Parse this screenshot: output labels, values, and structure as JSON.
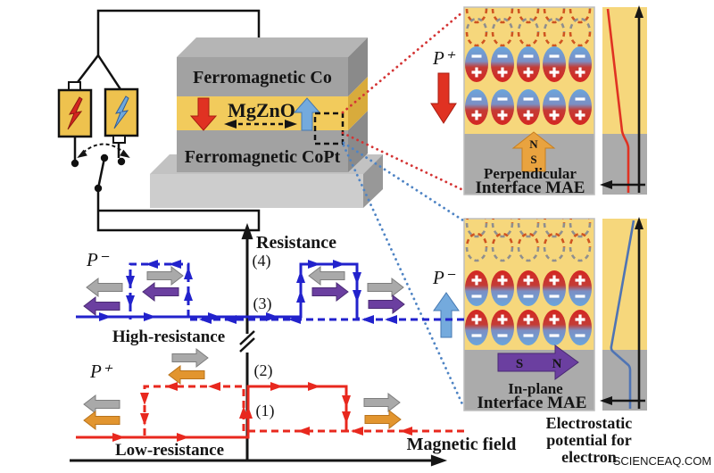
{
  "colors": {
    "mgzno_yellow": "#f2cb5c",
    "panel_yellow": "#f6d77c",
    "metal_gray": "#a9a9a9",
    "substrate_gray": "#cacaca",
    "red": "#e03222",
    "blue_arrow": "#74aadd",
    "plot_blue": "#2222cc",
    "plot_red": "#e8281e",
    "purple": "#6b3fa0",
    "orange": "#e2952f",
    "magnet_orange": "#e9a33f",
    "watermark_pink": "#f2a9a2"
  },
  "stack": {
    "top_electrode": "Ferromagnetic Co",
    "barrier": "MgZnO",
    "bottom_electrode": "Ferromagnetic CoPt"
  },
  "circuit": {
    "source_positive_icon": "red-lightning",
    "source_negative_icon": "blue-lightning"
  },
  "plot": {
    "y_axis_label": "Resistance",
    "x_axis_label": "Magnetic field",
    "level_1": "(1)",
    "level_2": "(2)",
    "level_3": "(3)",
    "level_4": "(4)",
    "high_branch_label": "High-resistance",
    "low_branch_label": "Low-resistance",
    "p_minus": "P⁻",
    "p_plus": "P⁺"
  },
  "perpendicular_panel": {
    "polarization": "P⁺",
    "magnet_n": "N",
    "magnet_s": "S",
    "mae_type": "Perpendicular",
    "mae_label": "Interface MAE"
  },
  "inplane_panel": {
    "polarization": "P⁻",
    "magnet_s": "S",
    "magnet_n": "N",
    "mae_type": "In-plane",
    "mae_label": "Interface MAE"
  },
  "potential_caption": {
    "line1": "Electrostatic",
    "line2": "potential for",
    "line3": "electron"
  },
  "watermark": "SCIENCEAQ.COM",
  "chart_data": {
    "type": "line",
    "title": "Resistance vs Magnetic field hysteresis loops for two ferroelectric polarization states",
    "xlabel": "Magnetic field",
    "ylabel": "Resistance",
    "axis_notes": "no numeric ticks shown; resistance axis has a break between the low-resistance (P+) and high-resistance (P-) loops",
    "series": [
      {
        "name": "P+ low-resistance, sweep up (solid red)",
        "x": [
          -4,
          0,
          0,
          2.3,
          2.3,
          5
        ],
        "y": [
          1,
          1,
          2,
          2,
          1,
          1
        ]
      },
      {
        "name": "P+ low-resistance, sweep down (dashed red)",
        "x": [
          5,
          -0.1,
          -0.1,
          -2.4,
          -2.4,
          -4
        ],
        "y": [
          1,
          1,
          2,
          2,
          1,
          1
        ]
      },
      {
        "name": "P- high-resistance, sweep up (solid blue)",
        "x": [
          -4,
          1.25,
          1.25,
          2.55,
          2.55,
          5
        ],
        "y": [
          3,
          3,
          4,
          4,
          3,
          3
        ]
      },
      {
        "name": "P- high-resistance, sweep down (dashed blue)",
        "x": [
          5,
          -1.4,
          -1.4,
          -2.75,
          -2.75,
          -4
        ],
        "y": [
          3,
          3,
          4,
          4,
          3,
          3
        ]
      }
    ],
    "annotations": [
      "(1) low level of P+ loop",
      "(2) high level of P+ loop",
      "(3) low level of P- loop",
      "(4) high level of P- loop"
    ]
  }
}
